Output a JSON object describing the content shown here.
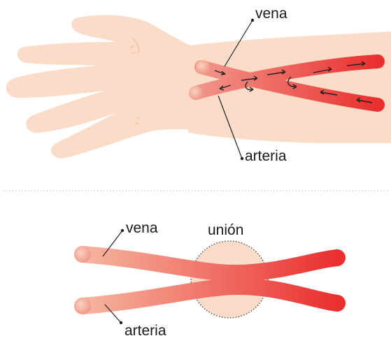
{
  "top_panel": {
    "vein_label": "vena",
    "artery_label": "arteria"
  },
  "bottom_panel": {
    "vein_label": "vena",
    "artery_label": "arteria",
    "junction_label": "unión"
  },
  "colors": {
    "skin": "#fbdcc9",
    "skin_shadow": "#f2c7ad",
    "vessel_light": "#f6b6a0",
    "vessel_dark": "#ea2f2f",
    "divider": "#bbbbbb",
    "junction_fill": "#fbdcc9",
    "arrow": "#222222"
  }
}
